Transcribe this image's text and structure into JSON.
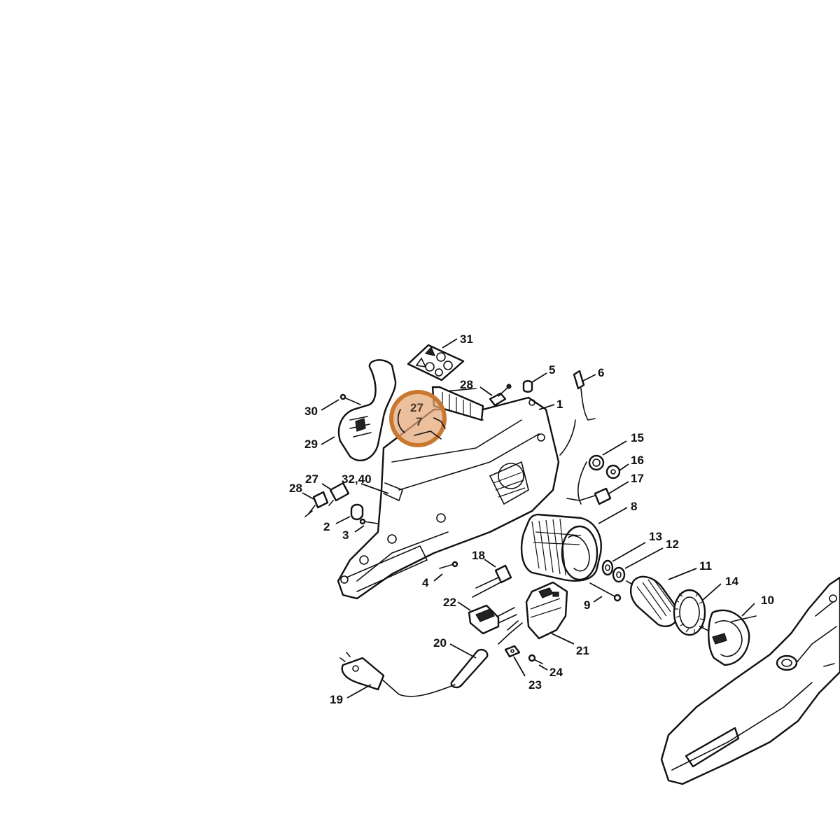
{
  "highlight": {
    "color_fill": "#e6a777",
    "color_stroke": "#c8782f",
    "labels": [
      "27",
      "7"
    ]
  },
  "labels": [
    {
      "id": "31",
      "text": "31"
    },
    {
      "id": "5",
      "text": "5"
    },
    {
      "id": "6",
      "text": "6"
    },
    {
      "id": "28a",
      "text": "28"
    },
    {
      "id": "1",
      "text": "1"
    },
    {
      "id": "30",
      "text": "30"
    },
    {
      "id": "29",
      "text": "29"
    },
    {
      "id": "15",
      "text": "15"
    },
    {
      "id": "16",
      "text": "16"
    },
    {
      "id": "17",
      "text": "17"
    },
    {
      "id": "27b",
      "text": "27"
    },
    {
      "id": "3240",
      "text": "32,40"
    },
    {
      "id": "28b",
      "text": "28"
    },
    {
      "id": "2",
      "text": "2"
    },
    {
      "id": "3",
      "text": "3"
    },
    {
      "id": "8",
      "text": "8"
    },
    {
      "id": "13",
      "text": "13"
    },
    {
      "id": "12",
      "text": "12"
    },
    {
      "id": "18",
      "text": "18"
    },
    {
      "id": "11",
      "text": "11"
    },
    {
      "id": "14",
      "text": "14"
    },
    {
      "id": "4",
      "text": "4"
    },
    {
      "id": "10",
      "text": "10"
    },
    {
      "id": "22",
      "text": "22"
    },
    {
      "id": "9",
      "text": "9"
    },
    {
      "id": "21",
      "text": "21"
    },
    {
      "id": "20",
      "text": "20"
    },
    {
      "id": "24",
      "text": "24"
    },
    {
      "id": "23",
      "text": "23"
    },
    {
      "id": "19",
      "text": "19"
    }
  ]
}
